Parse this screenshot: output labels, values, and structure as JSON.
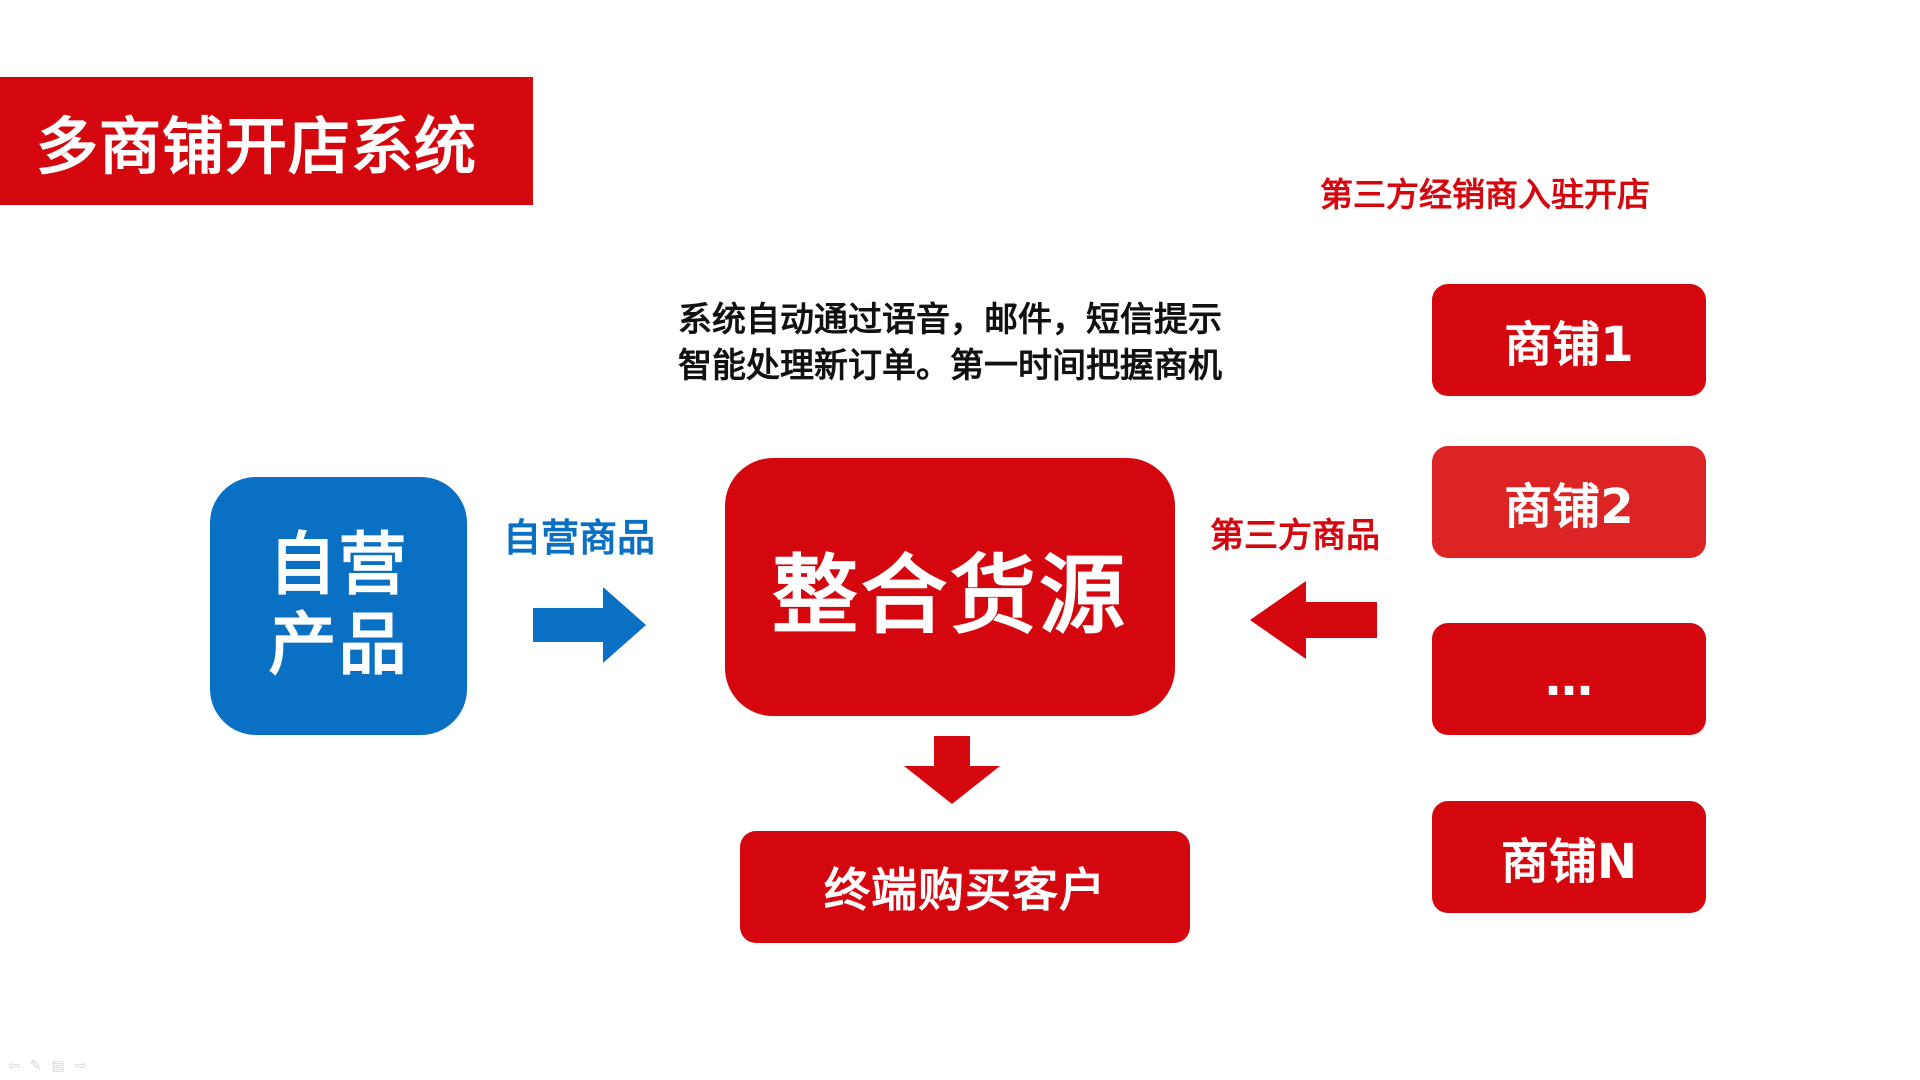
{
  "title": "多商铺开店系统",
  "third_party_caption": "第三方经销商入驻开店",
  "notice": {
    "line1": "系统自动通过语音，邮件，短信提示",
    "line2": "智能处理新订单。第一时间把握商机"
  },
  "self_product": {
    "line1": "自营",
    "line2": "产品"
  },
  "self_goods_label": "自营商品",
  "hub_label": "整合货源",
  "third_goods_label": "第三方商品",
  "customer_label": "终端购买客户",
  "stores": [
    {
      "label": "商铺1",
      "color": "#d4070f"
    },
    {
      "label": "商铺2",
      "color": "#dc2424"
    },
    {
      "label": "…",
      "color": "#d4070f"
    },
    {
      "label": "商铺N",
      "color": "#d4070f"
    }
  ],
  "colors": {
    "accent_red": "#d4070f",
    "accent_blue": "#0a70c4"
  },
  "slide_controls": [
    {
      "icon": "arrow-left-icon",
      "glyph": "⇦"
    },
    {
      "icon": "pen-icon",
      "glyph": "✎"
    },
    {
      "icon": "menu-icon",
      "glyph": "▤"
    },
    {
      "icon": "arrow-right-icon",
      "glyph": "⇨"
    }
  ]
}
